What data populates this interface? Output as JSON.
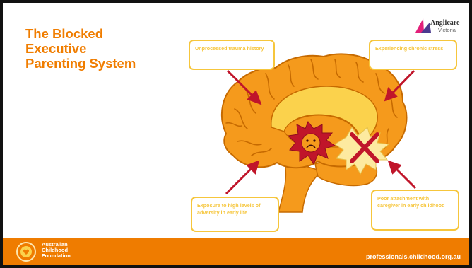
{
  "slide": {
    "title_lines": [
      "The Blocked",
      "Executive",
      "Parenting System"
    ]
  },
  "logo": {
    "line1": "Anglicare",
    "line2": "Victoria",
    "colors": {
      "triangle_left": "#e2207a",
      "triangle_right": "#4b3a8f"
    }
  },
  "callouts": {
    "top_left": "Unprocessed trauma history",
    "top_right": "Experiencing chronic stress",
    "bottom_left": "Exposure to high levels of adversity in early life",
    "bottom_right": "Poor attachment with caregiver in early childhood"
  },
  "footer": {
    "org_lines": [
      "Australian",
      "Childhood",
      "Foundation"
    ],
    "url": "professionals.childhood.org.au"
  },
  "colors": {
    "accent_orange": "#f07d00",
    "brain_orange": "#f59a1c",
    "callout_yellow": "#f6c63c",
    "arrow_red": "#c0152a"
  }
}
